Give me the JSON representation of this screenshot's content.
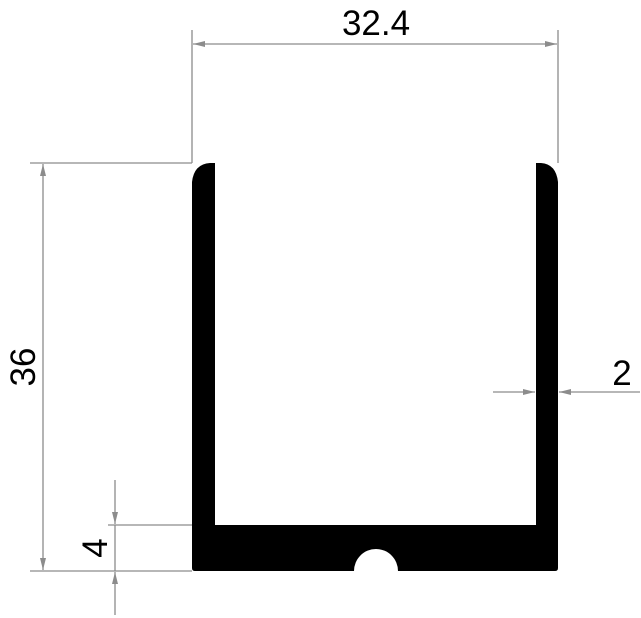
{
  "dimensions": {
    "width": "32.4",
    "height": "36",
    "base_thickness": "4",
    "wall_thickness": "2"
  },
  "colors": {
    "profile": "#000000",
    "dimension_lines": "#8c8c8c"
  }
}
